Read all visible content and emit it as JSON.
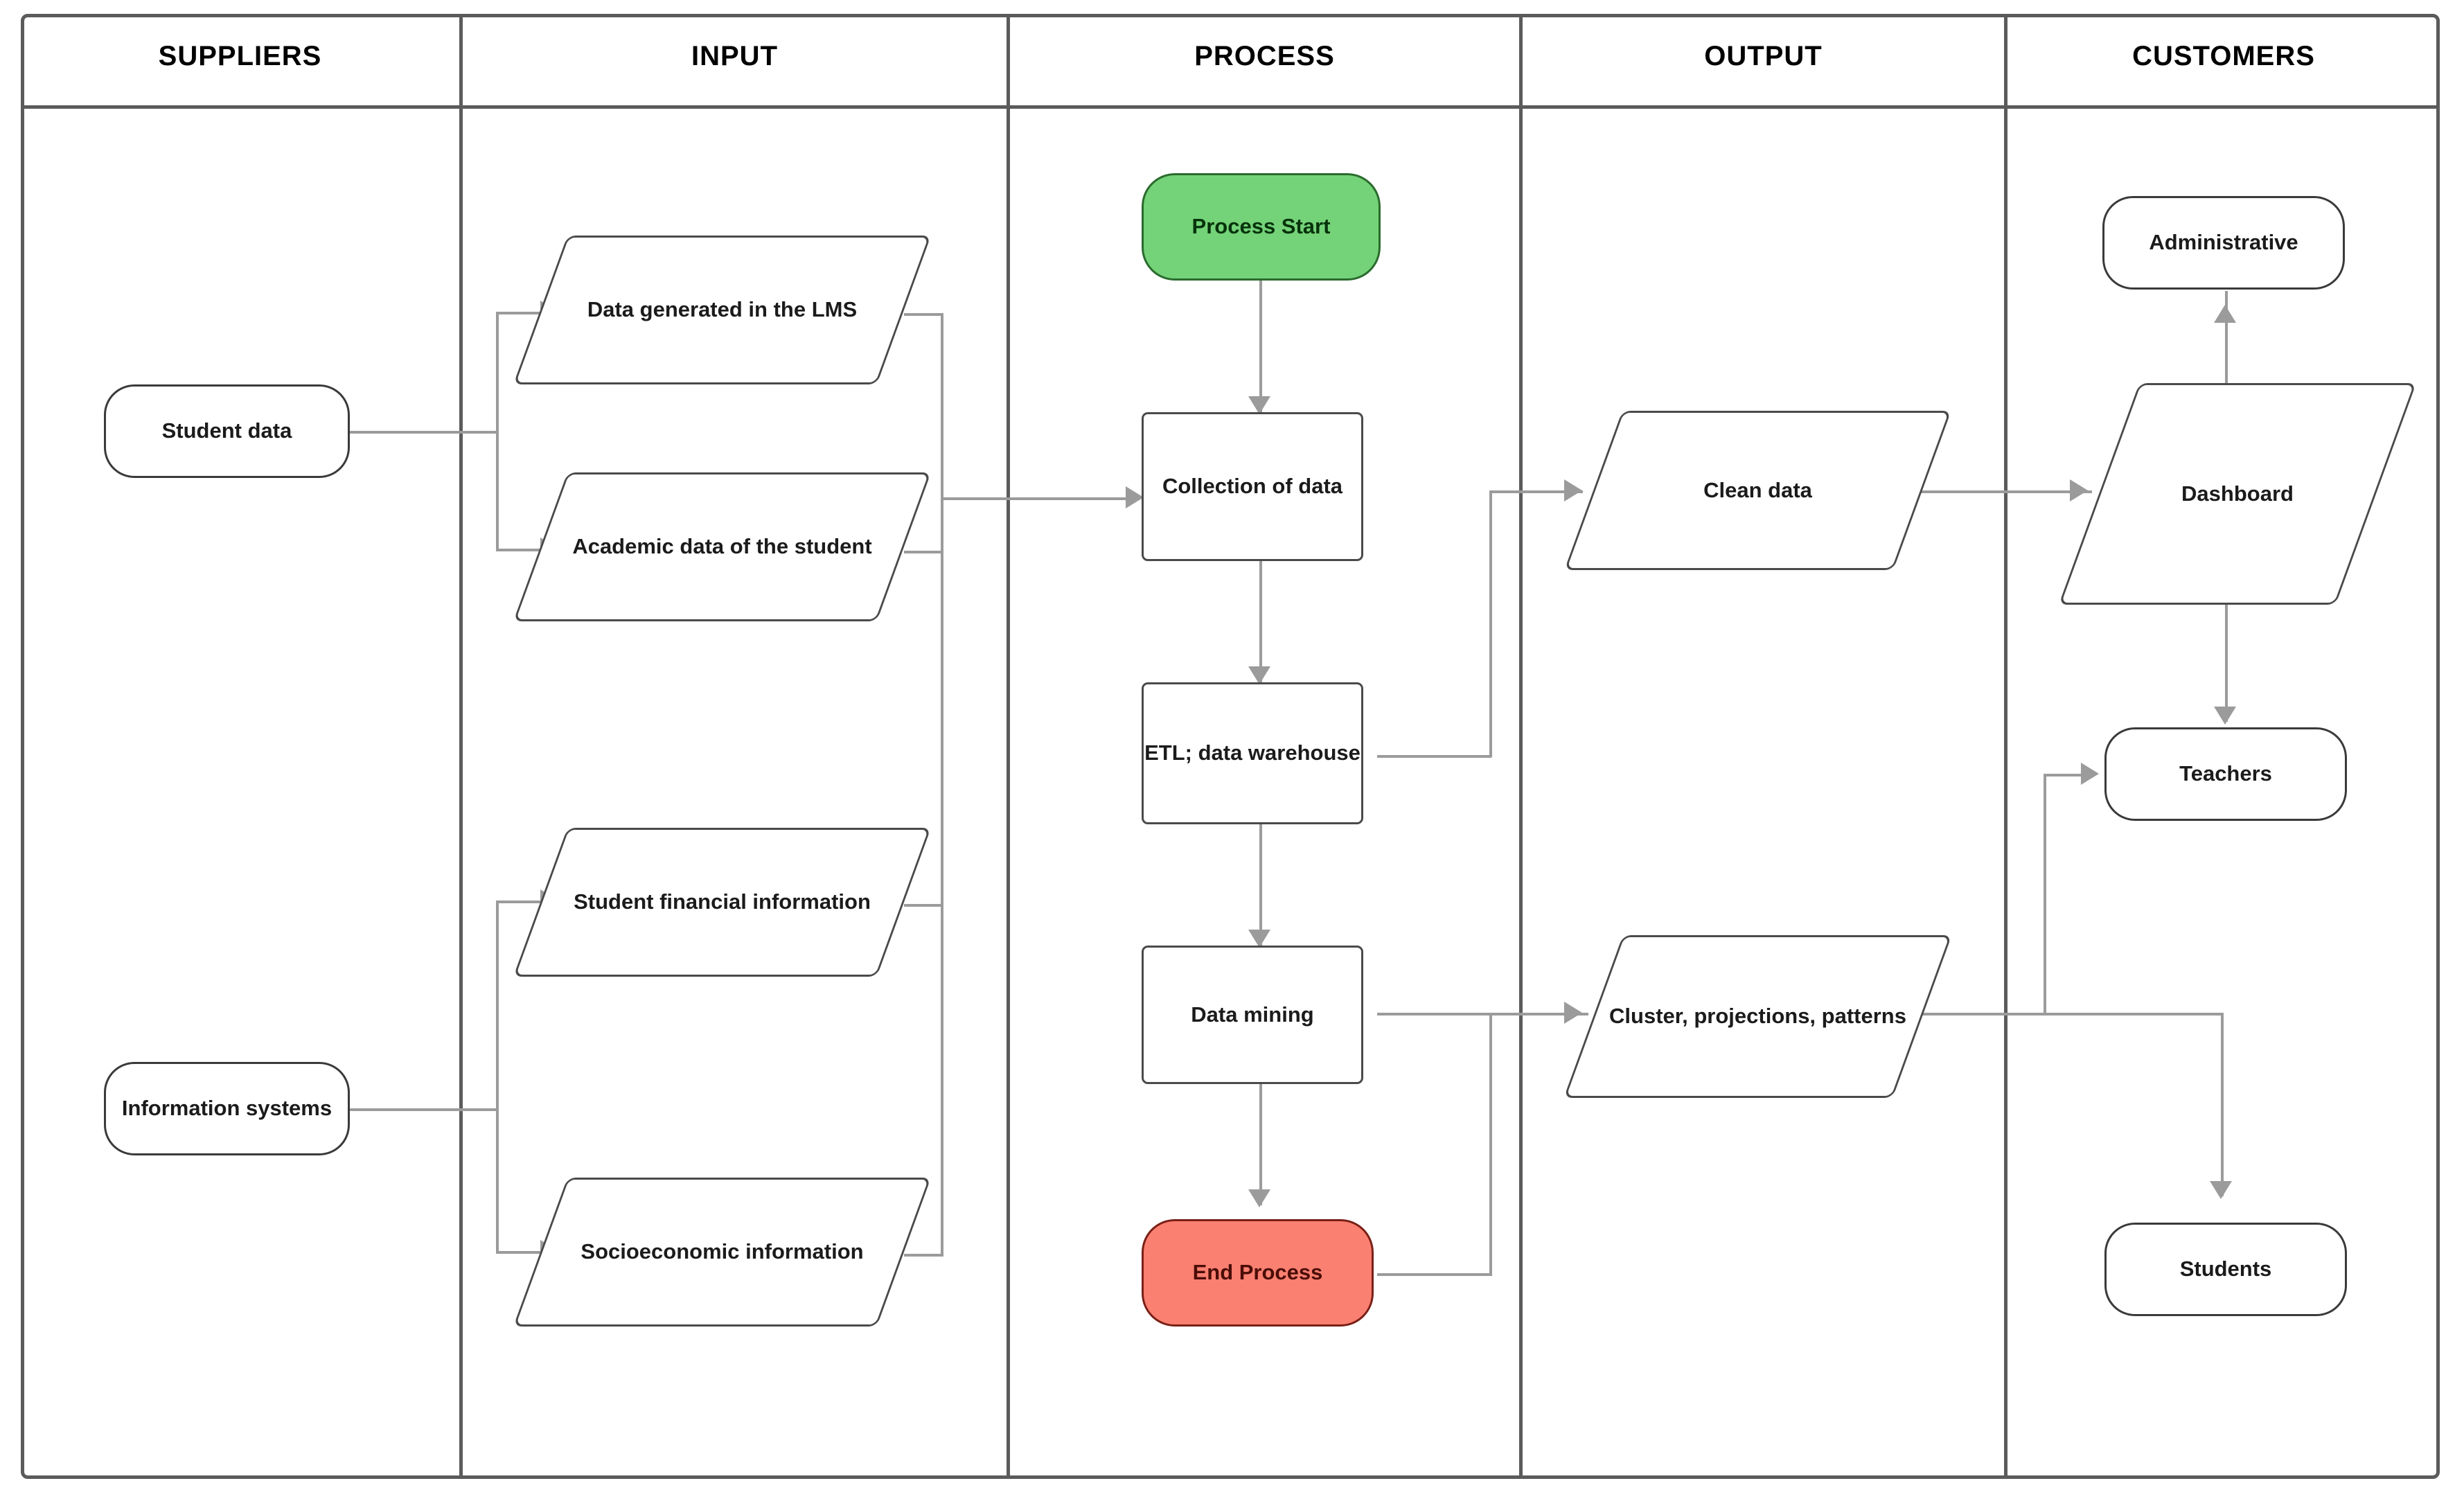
{
  "diagram": {
    "type": "SIPOC process flow",
    "columns": [
      {
        "id": "suppliers",
        "label": "SUPPLIERS"
      },
      {
        "id": "input",
        "label": "INPUT"
      },
      {
        "id": "process",
        "label": "PROCESS"
      },
      {
        "id": "output",
        "label": "OUTPUT"
      },
      {
        "id": "customers",
        "label": "CUSTOMERS"
      }
    ],
    "colors": {
      "start_fill": "#74D279",
      "start_text": "#06320A",
      "end_fill": "#FA8072",
      "end_text": "#4A0D06",
      "node_border": "#4A4A4A",
      "connector": "#9B9B9B",
      "frame": "#5B5B5B"
    },
    "suppliers": [
      {
        "id": "student-data",
        "label": "Student data",
        "shape": "stadium"
      },
      {
        "id": "information-systems",
        "label": "Information systems",
        "shape": "stadium"
      }
    ],
    "inputs": [
      {
        "id": "lms-data",
        "label": "Data generated in the LMS",
        "shape": "parallelogram"
      },
      {
        "id": "academic-data",
        "label": "Academic data of the student",
        "shape": "parallelogram"
      },
      {
        "id": "financial-info",
        "label": "Student financial information",
        "shape": "parallelogram"
      },
      {
        "id": "socioeconomic",
        "label": "Socioeconomic information",
        "shape": "parallelogram"
      }
    ],
    "process": [
      {
        "id": "process-start",
        "label": "Process Start",
        "shape": "terminator-start"
      },
      {
        "id": "collection",
        "label": "Collection of data",
        "shape": "rectangle"
      },
      {
        "id": "etl",
        "label": "ETL; data warehouse",
        "shape": "rectangle"
      },
      {
        "id": "data-mining",
        "label": "Data mining",
        "shape": "rectangle"
      },
      {
        "id": "end-process",
        "label": "End Process",
        "shape": "terminator-end"
      }
    ],
    "outputs": [
      {
        "id": "clean-data",
        "label": "Clean data",
        "shape": "parallelogram"
      },
      {
        "id": "clusters",
        "label": "Cluster, projections, patterns",
        "shape": "parallelogram"
      }
    ],
    "customers": [
      {
        "id": "administrative",
        "label": "Administrative",
        "shape": "stadium"
      },
      {
        "id": "dashboard",
        "label": "Dashboard",
        "shape": "parallelogram"
      },
      {
        "id": "teachers",
        "label": "Teachers",
        "shape": "stadium"
      },
      {
        "id": "students",
        "label": "Students",
        "shape": "stadium"
      }
    ],
    "edges": [
      {
        "from": "student-data",
        "to": "lms-data"
      },
      {
        "from": "student-data",
        "to": "academic-data"
      },
      {
        "from": "information-systems",
        "to": "financial-info"
      },
      {
        "from": "information-systems",
        "to": "socioeconomic"
      },
      {
        "from": "lms-data",
        "to": "collection"
      },
      {
        "from": "academic-data",
        "to": "collection"
      },
      {
        "from": "financial-info",
        "to": "collection"
      },
      {
        "from": "socioeconomic",
        "to": "collection"
      },
      {
        "from": "process-start",
        "to": "collection"
      },
      {
        "from": "collection",
        "to": "etl"
      },
      {
        "from": "etl",
        "to": "data-mining"
      },
      {
        "from": "etl",
        "to": "clean-data"
      },
      {
        "from": "data-mining",
        "to": "end-process"
      },
      {
        "from": "end-process",
        "to": "clusters"
      },
      {
        "from": "clean-data",
        "to": "dashboard"
      },
      {
        "from": "dashboard",
        "to": "administrative"
      },
      {
        "from": "dashboard",
        "to": "teachers"
      },
      {
        "from": "clusters",
        "to": "teachers"
      },
      {
        "from": "clusters",
        "to": "students"
      }
    ]
  }
}
